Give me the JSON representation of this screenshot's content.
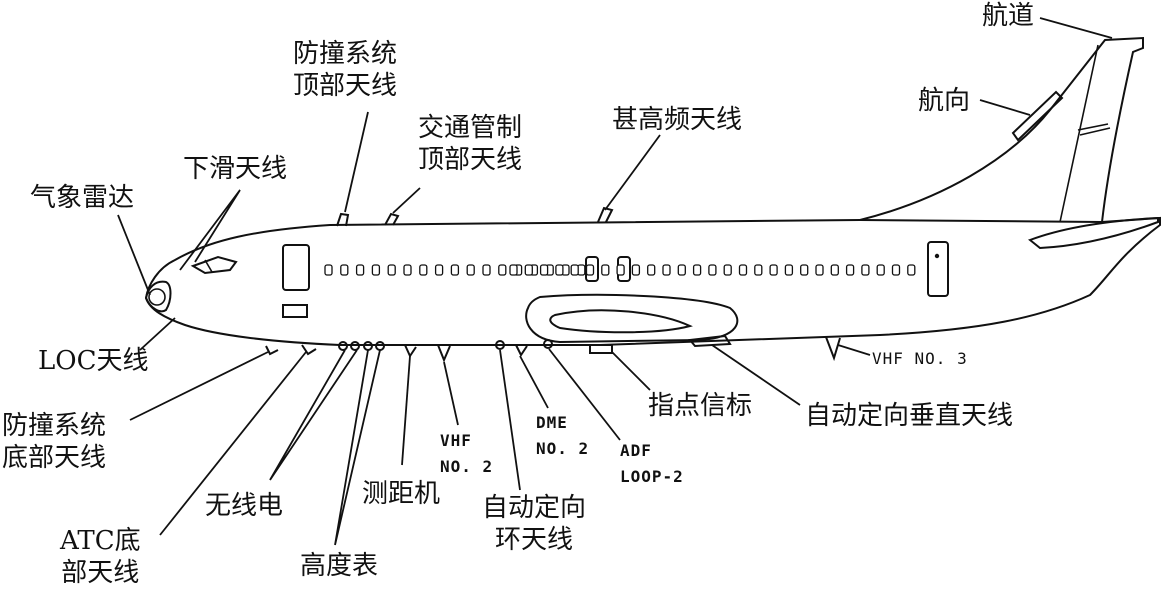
{
  "labels": {
    "weather_radar": "气象雷达",
    "glideslope": "下滑天线",
    "tcas_top": [
      "防撞系统",
      "顶部天线"
    ],
    "atc_top": [
      "交通管制",
      "顶部天线"
    ],
    "hf": "甚高频天线",
    "runway": "航道",
    "heading": "航向",
    "loc": "LOC天线",
    "tcas_bottom": [
      "防撞系统",
      "底部天线"
    ],
    "atc_bottom": [
      "ATC底",
      "部天线"
    ],
    "radio": "无线电",
    "altimeter": "高度表",
    "dme": "测距机",
    "vhf2": [
      "VHF",
      "NO. 2"
    ],
    "adf_loop": [
      "自动定向",
      "环天线"
    ],
    "dme2": [
      "DME",
      "NO. 2"
    ],
    "adf_loop2": [
      "ADF",
      "LOOP-2"
    ],
    "marker": "指点信标",
    "adf_sense": "自动定向垂直天线",
    "vhf3": "VHF NO. 3"
  }
}
